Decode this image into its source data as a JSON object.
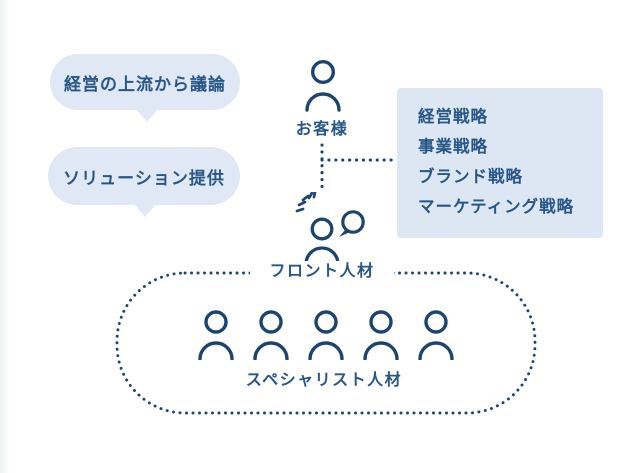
{
  "colors": {
    "icon_navy": "#1c4470",
    "text_blue": "#275687",
    "bubble_bg": "#dfe8f4",
    "box_bg": "#dce7f3"
  },
  "bubbles": [
    {
      "label": "経営の上流から議論"
    },
    {
      "label": "ソリューション提供"
    }
  ],
  "customer": {
    "label": "お客様"
  },
  "strategy_box": {
    "items": [
      "経営戦略",
      "事業戦略",
      "ブランド戦略",
      "マーケティング戦略"
    ]
  },
  "front": {
    "label": "フロント人材"
  },
  "specialists": {
    "label": "スペシャリスト人材",
    "count": 5
  }
}
